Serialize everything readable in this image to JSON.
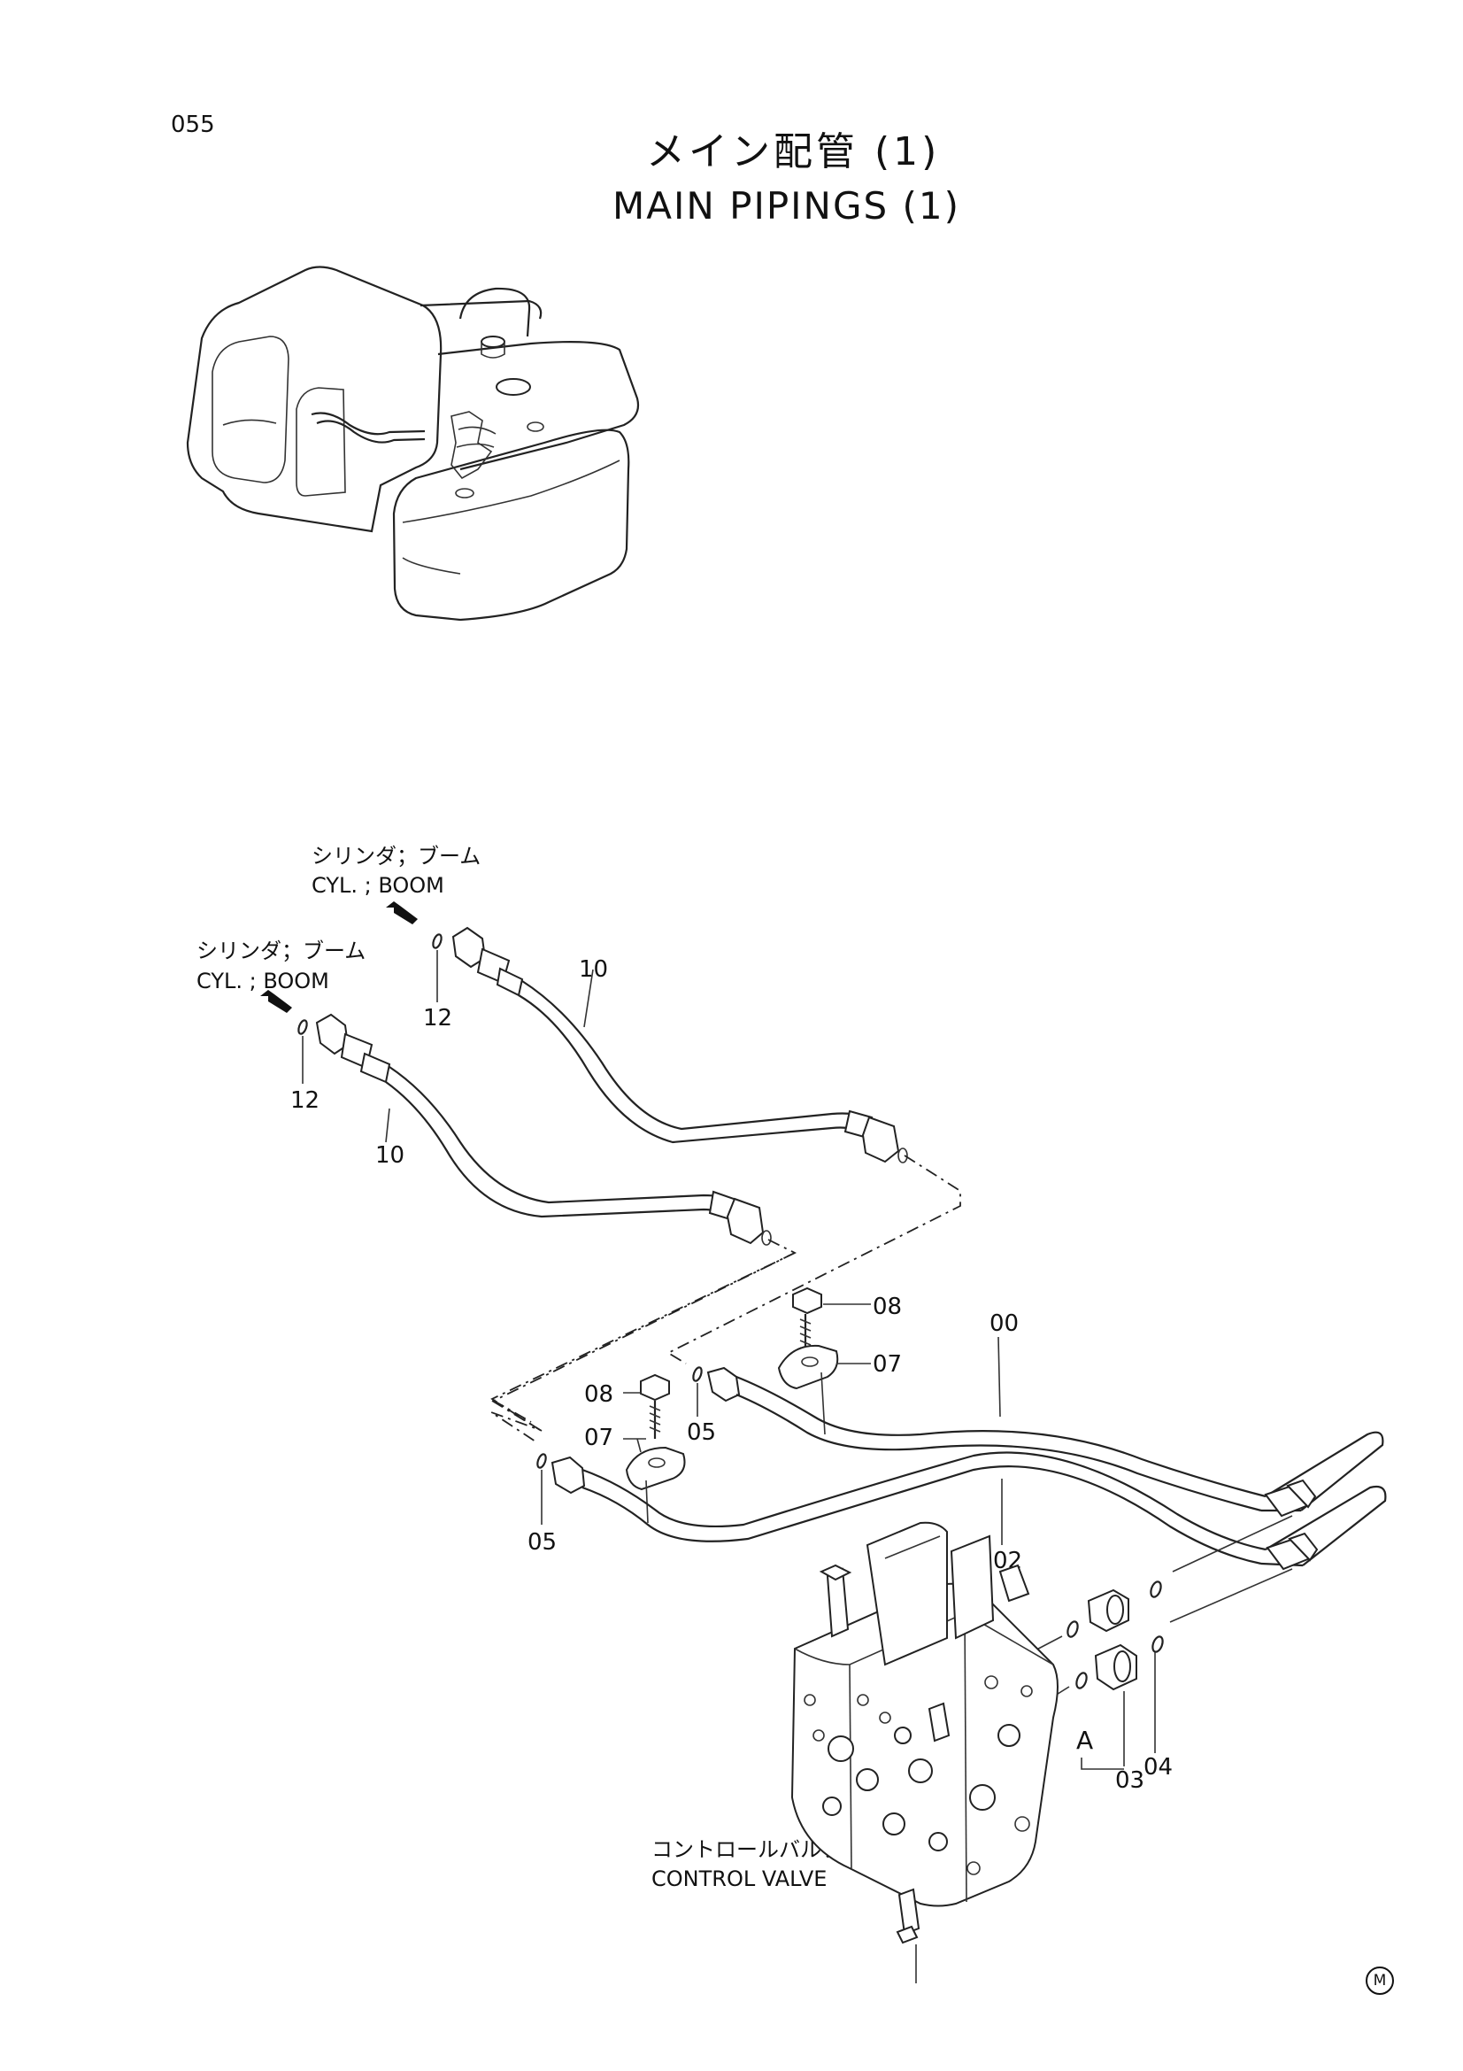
{
  "page": {
    "number": "055"
  },
  "title": {
    "jp": "メイン配管 (1)",
    "en": "MAIN PIPINGS (1)"
  },
  "callouts": {
    "boom_upper": {
      "jp": "シリンダ；ブーム",
      "en": "CYL. ; BOOM"
    },
    "boom_lower": {
      "jp": "シリンダ；ブーム",
      "en": "CYL. ; BOOM"
    },
    "control_valve": {
      "jp": "コントロールバルブ",
      "en": "CONTROL VALVE"
    },
    "port_a": "A"
  },
  "part_numbers": {
    "p12_upper": "12",
    "p12_lower": "12",
    "p10_upper": "10",
    "p10_lower": "10",
    "p08_right": "08",
    "p08_left": "08",
    "p07_right": "07",
    "p07_left": "07",
    "p05_right": "05",
    "p05_left": "05",
    "p00": "00",
    "p02": "02",
    "p03": "03",
    "p04": "04"
  },
  "mark": "M"
}
